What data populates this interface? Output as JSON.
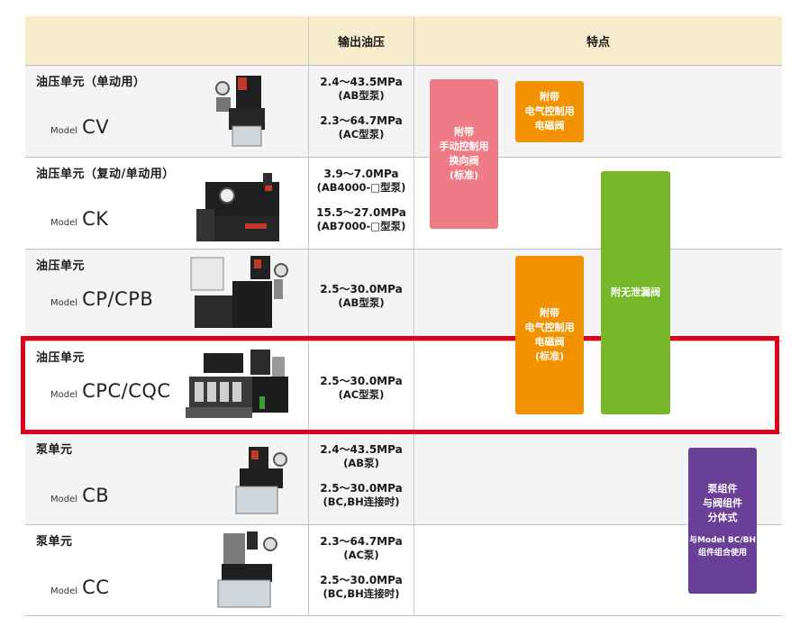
{
  "header": {
    "pressure": "输出油压",
    "features": "特点"
  },
  "rows": [
    {
      "name": "油压单元（单动用）",
      "model_prefix": "Model",
      "model": "CV",
      "pressures": [
        {
          "value": "2.4～43.5MPa",
          "sub": "(AB型泵)"
        },
        {
          "value": "2.3～64.7MPa",
          "sub": "(AC型泵)"
        }
      ]
    },
    {
      "name": "油压单元（复动/单动用）",
      "model_prefix": "Model",
      "model": "CK",
      "pressures": [
        {
          "value": "3.9～7.0MPa",
          "sub": "(AB4000-□型泵)"
        },
        {
          "value": "15.5～27.0MPa",
          "sub": "(AB7000-□型泵)"
        }
      ]
    },
    {
      "name": "油压单元",
      "model_prefix": "Model",
      "model": "CP/CPB",
      "pressures": [
        {
          "value": "2.5～30.0MPa",
          "sub": "(AB型泵)"
        }
      ]
    },
    {
      "name": "油压单元",
      "model_prefix": "Model",
      "model": "CPC/CQC",
      "pressures": [
        {
          "value": "2.5～30.0MPa",
          "sub": "(AC型泵)"
        }
      ]
    },
    {
      "name": "泵单元",
      "model_prefix": "Model",
      "model": "CB",
      "pressures": [
        {
          "value": "2.4～43.5MPa",
          "sub": "(AB泵)"
        },
        {
          "value": "2.5～30.0MPa",
          "sub": "(BC,BH连接时)"
        }
      ]
    },
    {
      "name": "泵单元",
      "model_prefix": "Model",
      "model": "CC",
      "pressures": [
        {
          "value": "2.3～64.7MPa",
          "sub": "(AC泵)"
        },
        {
          "value": "2.5～30.0MPa",
          "sub": "(BC,BH连接时)"
        }
      ]
    }
  ],
  "features": {
    "manual_valve": [
      "附带",
      "手动控制用",
      "换向阀",
      "(标准)"
    ],
    "solenoid_valve_1": [
      "附带",
      "电气控制用",
      "电磁阀"
    ],
    "solenoid_valve_2": [
      "附带",
      "电气控制用",
      "电磁阀",
      "(标准)"
    ],
    "no_leak_valve": [
      "附无泄漏阀"
    ],
    "separate": [
      "泵组件",
      "与阀组件",
      "分体式"
    ],
    "separate_note": [
      "与Model BC/BH",
      "组件组合使用"
    ]
  },
  "colors": {
    "pink": "#ee7b86",
    "orange": "#f39200",
    "green": "#76b82a",
    "purple": "#6a3f98",
    "red": "#e0001b",
    "header": "#f7eccb"
  }
}
